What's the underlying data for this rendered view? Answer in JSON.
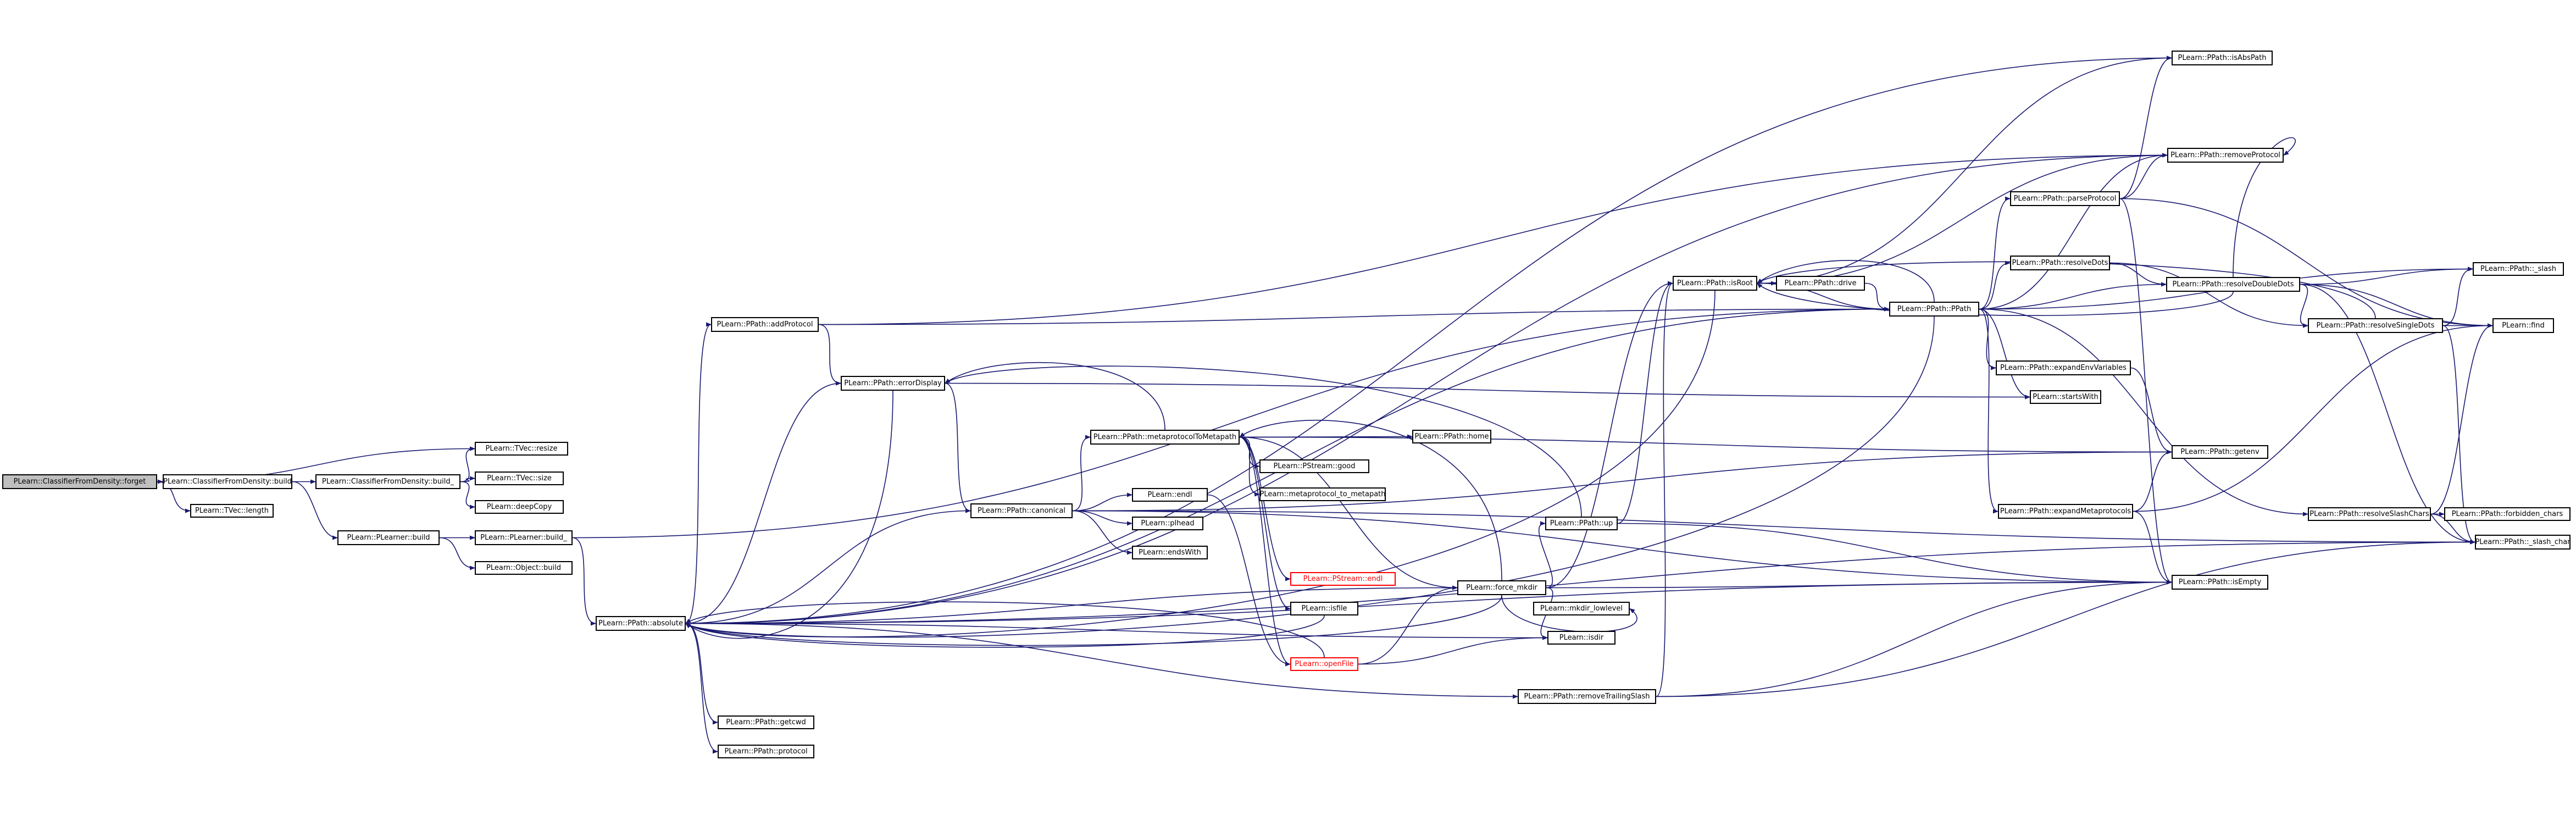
{
  "colors": {
    "edge": "#191970",
    "node_border": "#000000",
    "root_fill": "#bfbfbf",
    "red_node": "#ff0000"
  },
  "nodes": [
    {
      "id": "root",
      "label": "PLearn::ClassifierFromDensity::forget",
      "style": "root"
    },
    {
      "id": "cfd_build",
      "label": "PLearn::ClassifierFromDensity::build"
    },
    {
      "id": "tvec_length",
      "label": "PLearn::TVec::length"
    },
    {
      "id": "cfd_build_",
      "label": "PLearn::ClassifierFromDensity::build_"
    },
    {
      "id": "tvec_resize",
      "label": "PLearn::TVec::resize"
    },
    {
      "id": "tvec_size",
      "label": "PLearn::TVec::size"
    },
    {
      "id": "deepcopy",
      "label": "PLearn::deepCopy"
    },
    {
      "id": "learner_build",
      "label": "PLearn::PLearner::build"
    },
    {
      "id": "learner_build_",
      "label": "PLearn::PLearner::build_"
    },
    {
      "id": "object_build",
      "label": "PLearn::Object::build"
    },
    {
      "id": "absolute",
      "label": "PLearn::PPath::absolute"
    },
    {
      "id": "addprotocol",
      "label": "PLearn::PPath::addProtocol"
    },
    {
      "id": "errordisplay",
      "label": "PLearn::PPath::errorDisplay"
    },
    {
      "id": "canonical",
      "label": "PLearn::PPath::canonical"
    },
    {
      "id": "getcwd",
      "label": "PLearn::PPath::getcwd"
    },
    {
      "id": "protocol",
      "label": "PLearn::PPath::protocol"
    },
    {
      "id": "metaprotocol",
      "label": "PLearn::PPath::metaprotocolToMetapath"
    },
    {
      "id": "endl",
      "label": "PLearn::endl"
    },
    {
      "id": "plhead",
      "label": "PLearn::plhead"
    },
    {
      "id": "endswith",
      "label": "PLearn::endsWith"
    },
    {
      "id": "pstream_good",
      "label": "PLearn::PStream::good"
    },
    {
      "id": "metaprotocol_to_metapath",
      "label": "PLearn::metaprotocol_to_metapath"
    },
    {
      "id": "home",
      "label": "PLearn::PPath::home"
    },
    {
      "id": "pstream_endl",
      "label": "PLearn::PStream::endl",
      "style": "red"
    },
    {
      "id": "isfile",
      "label": "PLearn::isfile"
    },
    {
      "id": "openfile",
      "label": "PLearn::openFile",
      "style": "red"
    },
    {
      "id": "force_mkdir",
      "label": "PLearn::force_mkdir"
    },
    {
      "id": "up",
      "label": "PLearn::PPath::up"
    },
    {
      "id": "mkdir_lowlevel",
      "label": "PLearn::mkdir_lowlevel"
    },
    {
      "id": "isdir",
      "label": "PLearn::isdir"
    },
    {
      "id": "removetrailingslash",
      "label": "PLearn::PPath::removeTrailingSlash"
    },
    {
      "id": "isroot",
      "label": "PLearn::PPath::isRoot"
    },
    {
      "id": "drive",
      "label": "PLearn::PPath::drive"
    },
    {
      "id": "ppath",
      "label": "PLearn::PPath::PPath"
    },
    {
      "id": "isabspath",
      "label": "PLearn::PPath::isAbsPath"
    },
    {
      "id": "removeprotocol",
      "label": "PLearn::PPath::removeProtocol"
    },
    {
      "id": "parseprotocol",
      "label": "PLearn::PPath::parseProtocol"
    },
    {
      "id": "resolvedots",
      "label": "PLearn::PPath::resolveDots"
    },
    {
      "id": "expandenv",
      "label": "PLearn::PPath::expandEnvVariables"
    },
    {
      "id": "startswith",
      "label": "PLearn::startsWith"
    },
    {
      "id": "expandmeta",
      "label": "PLearn::PPath::expandMetaprotocols"
    },
    {
      "id": "getenv",
      "label": "PLearn::PPath::getenv"
    },
    {
      "id": "isempty",
      "label": "PLearn::PPath::isEmpty"
    },
    {
      "id": "resolvedoubledots",
      "label": "PLearn::PPath::resolveDoubleDots"
    },
    {
      "id": "resolvesingledots",
      "label": "PLearn::PPath::resolveSingleDots"
    },
    {
      "id": "resolveslashchars",
      "label": "PLearn::PPath::resolveSlashChars"
    },
    {
      "id": "slash",
      "label": "PLearn::PPath::_slash"
    },
    {
      "id": "find",
      "label": "PLearn::find"
    },
    {
      "id": "forbidden_chars",
      "label": "PLearn::PPath::forbidden_chars"
    },
    {
      "id": "slash_char",
      "label": "PLearn::PPath::_slash_char"
    }
  ],
  "edges": [
    [
      "root",
      "cfd_build"
    ],
    [
      "root",
      "tvec_length"
    ],
    [
      "root",
      "tvec_resize"
    ],
    [
      "cfd_build",
      "cfd_build_"
    ],
    [
      "cfd_build",
      "learner_build"
    ],
    [
      "cfd_build_",
      "tvec_resize"
    ],
    [
      "cfd_build_",
      "tvec_size"
    ],
    [
      "cfd_build_",
      "deepcopy"
    ],
    [
      "learner_build",
      "learner_build_"
    ],
    [
      "learner_build",
      "object_build"
    ],
    [
      "learner_build_",
      "absolute"
    ],
    [
      "learner_build_",
      "ppath"
    ],
    [
      "absolute",
      "addprotocol"
    ],
    [
      "absolute",
      "errordisplay"
    ],
    [
      "absolute",
      "canonical"
    ],
    [
      "absolute",
      "getcwd"
    ],
    [
      "absolute",
      "protocol"
    ],
    [
      "absolute",
      "isabspath"
    ],
    [
      "absolute",
      "isempty"
    ],
    [
      "absolute",
      "removetrailingslash"
    ],
    [
      "absolute",
      "ppath"
    ],
    [
      "absolute",
      "removeprotocol"
    ],
    [
      "absolute",
      "slash_char"
    ],
    [
      "absolute",
      "isdir"
    ],
    [
      "absolute",
      "force_mkdir"
    ],
    [
      "addprotocol",
      "errordisplay"
    ],
    [
      "addprotocol",
      "ppath"
    ],
    [
      "addprotocol",
      "removeprotocol"
    ],
    [
      "errordisplay",
      "absolute"
    ],
    [
      "errordisplay",
      "canonical"
    ],
    [
      "errordisplay",
      "startswith"
    ],
    [
      "canonical",
      "metaprotocol"
    ],
    [
      "canonical",
      "endl"
    ],
    [
      "canonical",
      "plhead"
    ],
    [
      "canonical",
      "endswith"
    ],
    [
      "canonical",
      "isempty"
    ],
    [
      "canonical",
      "slash_char"
    ],
    [
      "canonical",
      "getenv"
    ],
    [
      "metaprotocol",
      "errordisplay"
    ],
    [
      "metaprotocol",
      "pstream_good"
    ],
    [
      "metaprotocol",
      "metaprotocol_to_metapath"
    ],
    [
      "metaprotocol",
      "home"
    ],
    [
      "metaprotocol",
      "getenv"
    ],
    [
      "metaprotocol",
      "pstream_endl"
    ],
    [
      "metaprotocol",
      "isfile"
    ],
    [
      "metaprotocol",
      "force_mkdir"
    ],
    [
      "metaprotocol",
      "openfile"
    ],
    [
      "endl",
      "openfile"
    ],
    [
      "isfile",
      "absolute"
    ],
    [
      "openfile",
      "absolute"
    ],
    [
      "openfile",
      "force_mkdir"
    ],
    [
      "openfile",
      "isdir"
    ],
    [
      "force_mkdir",
      "absolute"
    ],
    [
      "force_mkdir",
      "up"
    ],
    [
      "force_mkdir",
      "mkdir_lowlevel"
    ],
    [
      "force_mkdir",
      "isdir"
    ],
    [
      "force_mkdir",
      "isempty"
    ],
    [
      "force_mkdir",
      "isroot"
    ],
    [
      "force_mkdir",
      "metaprotocol"
    ],
    [
      "up",
      "errordisplay"
    ],
    [
      "up",
      "isroot"
    ],
    [
      "up",
      "isempty"
    ],
    [
      "removetrailingslash",
      "isroot"
    ],
    [
      "removetrailingslash",
      "isempty"
    ],
    [
      "removetrailingslash",
      "slash_char"
    ],
    [
      "isroot",
      "absolute"
    ],
    [
      "isroot",
      "drive"
    ],
    [
      "isroot",
      "ppath"
    ],
    [
      "isroot",
      "isabspath"
    ],
    [
      "isroot",
      "removeprotocol"
    ],
    [
      "drive",
      "ppath"
    ],
    [
      "ppath",
      "isroot"
    ],
    [
      "ppath",
      "parseprotocol"
    ],
    [
      "ppath",
      "resolvedots"
    ],
    [
      "ppath",
      "expandenv"
    ],
    [
      "ppath",
      "startswith"
    ],
    [
      "ppath",
      "expandmeta"
    ],
    [
      "ppath",
      "removeprotocol"
    ],
    [
      "ppath",
      "resolveslashchars"
    ],
    [
      "ppath",
      "slash"
    ],
    [
      "ppath",
      "resolvedoubledots"
    ],
    [
      "ppath",
      "absolute"
    ],
    [
      "parseprotocol",
      "isabspath"
    ],
    [
      "parseprotocol",
      "removeprotocol"
    ],
    [
      "parseprotocol",
      "isempty"
    ],
    [
      "parseprotocol",
      "find"
    ],
    [
      "resolvedots",
      "resolvedoubledots"
    ],
    [
      "resolvedots",
      "resolvesingledots"
    ],
    [
      "resolvedoubledots",
      "isroot"
    ],
    [
      "resolvedoubledots",
      "slash"
    ],
    [
      "resolvedoubledots",
      "find"
    ],
    [
      "resolvedoubledots",
      "resolvesingledots"
    ],
    [
      "resolvedoubledots",
      "slash_char"
    ],
    [
      "resolvedoubledots",
      "removeprotocol"
    ],
    [
      "resolvesingledots",
      "slash"
    ],
    [
      "resolvesingledots",
      "find"
    ],
    [
      "resolvesingledots",
      "slash_char"
    ],
    [
      "resolvesingledots",
      "isroot"
    ],
    [
      "resolveslashchars",
      "forbidden_chars"
    ],
    [
      "resolveslashchars",
      "slash_char"
    ],
    [
      "resolveslashchars",
      "find"
    ],
    [
      "expandenv",
      "getenv"
    ],
    [
      "expandmeta",
      "getenv"
    ],
    [
      "expandmeta",
      "find"
    ],
    [
      "expandmeta",
      "isempty"
    ]
  ]
}
